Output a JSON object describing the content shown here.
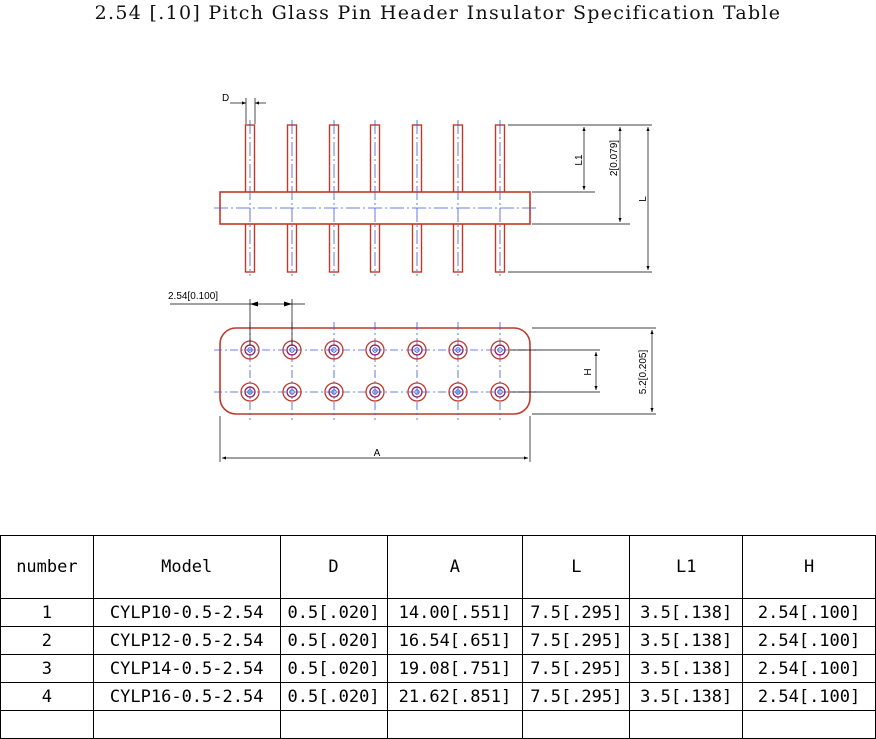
{
  "title": "2.54 [.10] Pitch Glass Pin Header Insulator Specification Table",
  "drawing": {
    "labels": {
      "d": "D",
      "l1": "L1",
      "two": "2[0.079]",
      "l": "L",
      "pitch": "2.54[0.100]",
      "h": "H",
      "width": "5.2[0.205]",
      "a": "A"
    },
    "colors": {
      "body": "#c0392b",
      "centerline": "#3b5bdb",
      "hole": "#8e1f5a",
      "dimension": "#000000"
    }
  },
  "table": {
    "headers": [
      "number",
      "Model",
      "D",
      "A",
      "L",
      "L1",
      "H"
    ],
    "rows": [
      [
        "1",
        "CYLP10-0.5-2.54",
        "0.5[.020]",
        "14.00[.551]",
        "7.5[.295]",
        "3.5[.138]",
        "2.54[.100]"
      ],
      [
        "2",
        "CYLP12-0.5-2.54",
        "0.5[.020]",
        "16.54[.651]",
        "7.5[.295]",
        "3.5[.138]",
        "2.54[.100]"
      ],
      [
        "3",
        "CYLP14-0.5-2.54",
        "0.5[.020]",
        "19.08[.751]",
        "7.5[.295]",
        "3.5[.138]",
        "2.54[.100]"
      ],
      [
        "4",
        "CYLP16-0.5-2.54",
        "0.5[.020]",
        "21.62[.851]",
        "7.5[.295]",
        "3.5[.138]",
        "2.54[.100]"
      ],
      [
        "",
        "",
        "",
        "",
        "",
        "",
        ""
      ]
    ]
  }
}
